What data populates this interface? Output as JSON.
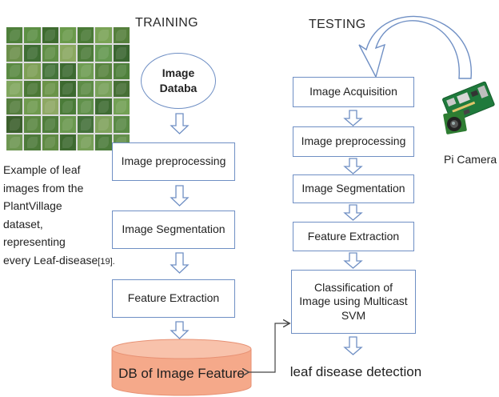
{
  "training_heading": "TRAINING",
  "testing_heading": "TESTING",
  "training_steps": {
    "database": [
      "Image",
      "Databa"
    ],
    "preprocessing": "Image preprocessing",
    "segmentation": "Image Segmentation",
    "feature_extraction": "Feature Extraction",
    "db_feature": "DB of Image Feature"
  },
  "testing_steps": {
    "acquisition": "Image Acquisition",
    "preprocessing": "Image preprocessing",
    "segmentation": "Image Segmentation",
    "feature_extraction": "Feature Extraction",
    "classification": [
      "Classification of",
      "Image using Multicast",
      "SVM"
    ],
    "detection": "leaf disease detection"
  },
  "caption": {
    "lines": [
      "Example of leaf",
      "images from the",
      "PlantVillage",
      "dataset,",
      "representing"
    ],
    "last_line": "every Leaf-disease",
    "citation": "[19]."
  },
  "pi_camera_label": "Pi Camera",
  "colors": {
    "box_border": "#6f8fc4",
    "arrow": "#6f8fc4",
    "db_fill": "#f5a98a",
    "db_top": "#f8c2ab",
    "leaf_tiles": [
      "#4e7f3a",
      "#5c8f44",
      "#3e6b2f",
      "#6a9a4b",
      "#4a7a36",
      "#7aa356",
      "#557f3c",
      "#6b8f4a",
      "#3f6e34",
      "#5f8e45",
      "#8aa860",
      "#4d7c3a",
      "#649850",
      "#3a6630",
      "#5a8a42",
      "#7d9f55",
      "#45743a",
      "#3d6a31",
      "#6e9c52",
      "#58843f",
      "#4f803c",
      "#80a65e",
      "#4b7836",
      "#6a9348",
      "#3c692f",
      "#5d8c46",
      "#78a15a",
      "#466f35",
      "#557e3e",
      "#6f9a4e",
      "#8ea864",
      "#4a7b38",
      "#60904a",
      "#3f6c33",
      "#72a054",
      "#3b5f2c",
      "#5b8742",
      "#4f7d3b",
      "#6a984f",
      "#44713a",
      "#7fa25c",
      "#5a8a46",
      "#6d9651",
      "#4d7a3a",
      "#5f8a43",
      "#3e6a30",
      "#769f57",
      "#4c7c3b",
      "#638f4b"
    ]
  }
}
